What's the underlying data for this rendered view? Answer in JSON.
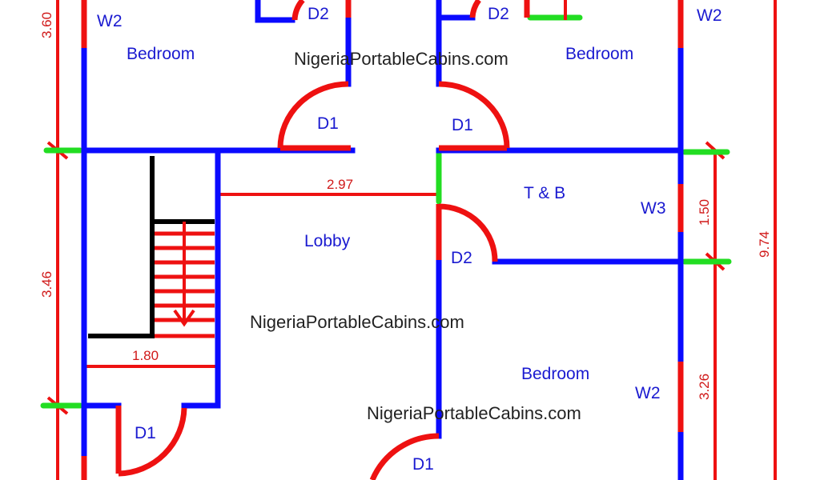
{
  "title": "Floor plan",
  "rooms": {
    "bedroom_top_left": "Bedroom",
    "bedroom_top_right": "Bedroom",
    "bedroom_bottom_right": "Bedroom",
    "toilet_bath": "T & B",
    "lobby": "Lobby"
  },
  "doors": {
    "d2_top_left": "D2",
    "d2_top_right": "D2",
    "d1_top_left": "D1",
    "d1_top_right": "D1",
    "d2_toilet": "D2",
    "d1_stair": "D1",
    "d1_bottom": "D1"
  },
  "windows": {
    "w2_top_left": "W2",
    "w2_top_right": "W2",
    "w3_toilet": "W3",
    "w2_bottom_right": "W2"
  },
  "dimensions": {
    "left_top": "3.60",
    "left_mid": "3.46",
    "lobby_width": "2.97",
    "stair_width": "1.80",
    "toilet_depth": "1.50",
    "bedroom_depth": "3.26",
    "total_depth": "9.74"
  },
  "watermarks": [
    "NigeriaPortableCabins.com",
    "NigeriaPortableCabins.com",
    "NigeriaPortableCabins.com"
  ],
  "colors": {
    "wall": "#0a0aff",
    "door_window": "#ee1111",
    "marker": "#22dd22",
    "label": "#1a1ad0"
  }
}
